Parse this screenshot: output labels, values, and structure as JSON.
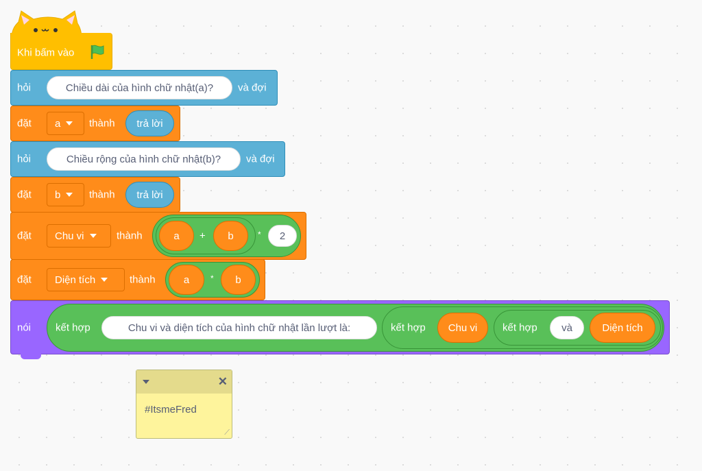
{
  "hat": {
    "label": "Khi bấm vào",
    "icon": "green-flag-icon"
  },
  "ask1": {
    "label": "hỏi",
    "question": "Chiều dài của hình chữ nhật(a)?",
    "suffix": "và đợi"
  },
  "set_a": {
    "label": "đặt",
    "variable": "a",
    "to": "thành",
    "value": "trả lời"
  },
  "ask2": {
    "label": "hỏi",
    "question": "Chiều rộng của hình chữ nhật(b)?",
    "suffix": "và đợi"
  },
  "set_b": {
    "label": "đặt",
    "variable": "b",
    "to": "thành",
    "value": "trả lời"
  },
  "set_chuvi": {
    "label": "đặt",
    "variable": "Chu vi",
    "to": "thành",
    "left": "a",
    "plus": "+",
    "right": "b",
    "times": "*",
    "factor": "2"
  },
  "set_dientich": {
    "label": "đặt",
    "variable": "Diện tích",
    "to": "thành",
    "left": "a",
    "times": "*",
    "right": "b"
  },
  "say": {
    "label": "nói",
    "join1": "kết hợp",
    "text": "Chu vi và diện tích của hình chữ nhật lần lượt là:",
    "join2": "kết hợp",
    "var1": "Chu vi",
    "join3": "kết hợp",
    "sep": "và",
    "var2": "Diện tích"
  },
  "comment": {
    "text": "#ItsmeFred"
  },
  "colors": {
    "events": "#ffbf00",
    "sensing": "#5cb1d6",
    "variables": "#ff8c1a",
    "operators": "#59c059",
    "looks": "#9966ff",
    "comment": "#fef49c"
  }
}
